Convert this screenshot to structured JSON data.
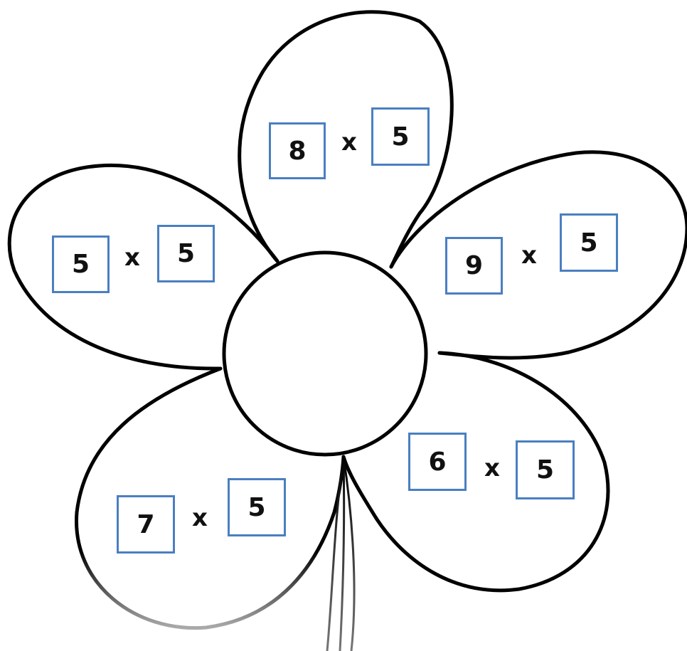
{
  "colors": {
    "outline": "#000000",
    "box_border": "#4a7fc1",
    "background": "#ffffff"
  },
  "petals": [
    {
      "name": "top",
      "left": "8",
      "operator": "x",
      "right": "5"
    },
    {
      "name": "left",
      "left": "5",
      "operator": "x",
      "right": "5"
    },
    {
      "name": "right",
      "left": "9",
      "operator": "x",
      "right": "5"
    },
    {
      "name": "bottom-right",
      "left": "6",
      "operator": "x",
      "right": "5"
    },
    {
      "name": "bottom-left",
      "left": "7",
      "operator": "x",
      "right": "5"
    }
  ]
}
